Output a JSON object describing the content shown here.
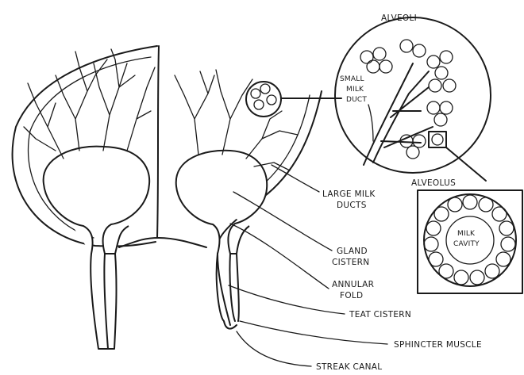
{
  "labels": {
    "alveoli": "ALVEOLI",
    "small_milk_duct": [
      "SMALL",
      "MILK",
      "DUCT"
    ],
    "alveolus": "ALVEOLUS",
    "milk_cavity": [
      "MILK",
      "CAVITY"
    ],
    "large_milk_ducts": [
      "LARGE MILK",
      "DUCTS"
    ],
    "gland_cistern": [
      "GLAND",
      "CISTERN"
    ],
    "annular_fold": [
      "ANNULAR",
      "FOLD"
    ],
    "teat_cistern": "TEAT CISTERN",
    "sphincter_muscle": "SPHINCTER MUSCLE",
    "streak_canal": "STREAK CANAL"
  }
}
